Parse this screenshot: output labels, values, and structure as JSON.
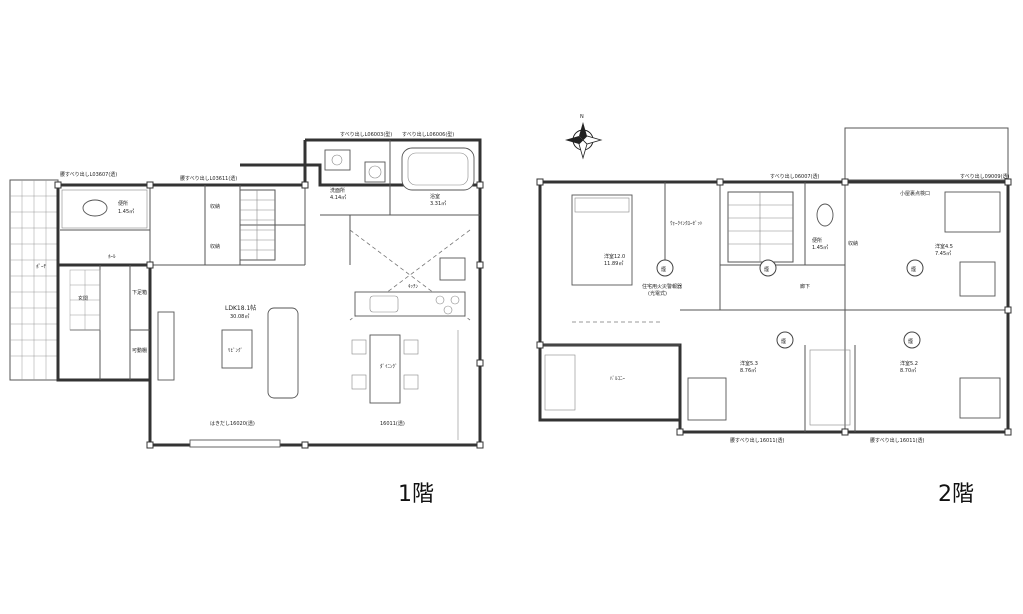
{
  "floors": [
    {
      "label": "1階",
      "rooms": {
        "ldk": "LDK18.1帖",
        "ldk_area": "30.08㎡",
        "living": "ﾘﾋﾞﾝｸﾞ",
        "dining": "ﾀﾞｲﾆﾝｸﾞ",
        "kitchen": "ｷｯﾁﾝ",
        "bath": "浴室",
        "bath_area": "3.31㎡",
        "washroom": "洗面所",
        "washroom_area": "4.14㎡",
        "toilet": "便所",
        "toilet_area": "1.45㎡",
        "hall": "ﾎｰﾙ",
        "entrance": "玄関",
        "porch": "ﾎﾟｰﾁ",
        "storage_1": "収納",
        "storage_2": "収納",
        "shoe_box": "下足箱",
        "tool_storage": "可動棚"
      },
      "window_notes": [
        "腰すべり出しL03607(透)",
        "腰すべり出しL03611(透)",
        "すべり出しL06003(型)",
        "すべり出しL06006(型)",
        "はきだし16020(透)",
        "16011(透)"
      ]
    },
    {
      "label": "2階",
      "rooms": {
        "main_bedroom": "洋室12.0",
        "main_bedroom_area": "11.89㎡",
        "walk_in_closet": "ｳｫｰｸｲﾝｸﾛｰｾﾞｯﾄ",
        "bedroom_2": "洋室5.3",
        "bedroom_2_area": "8.76㎡",
        "bedroom_3": "洋室5.2",
        "bedroom_3_area": "8.70㎡",
        "bedroom_4": "洋室4.5",
        "bedroom_4_area": "7.45㎡",
        "toilet": "便所",
        "toilet_area": "1.45㎡",
        "hallway": "廊下",
        "balcony": "ﾊﾞﾙｺﾆｰ",
        "storage": "収納",
        "attic_hatch": "小屋裏点検口"
      },
      "window_notes": [
        "すべり出し06007(透)",
        "すべり出し09009(透)",
        "腰すべり出し16011(透)",
        "腰すべり出し16011(透)"
      ],
      "smoke_detector_label": "煙",
      "smoke_detector_caption": "住宅用火災警報器",
      "smoke_detector_caption_sub": "(光電式)"
    }
  ],
  "compass_mark": "N"
}
